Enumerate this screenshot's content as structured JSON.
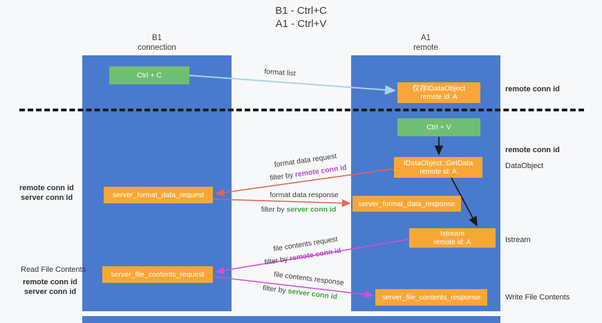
{
  "colors": {
    "lane_blue": "#4a7ace",
    "node_green": "#6fbf72",
    "node_orange": "#f7a735",
    "arrow_red": "#e2645a",
    "arrow_magenta": "#d44fd0",
    "arrow_light_blue": "#a9d2ec",
    "arrow_black": "#1b1b1b",
    "conn_id_purple": "#b14fc8",
    "conn_id_green": "#3fa43f"
  },
  "title": {
    "line1": "B1 - Ctrl+C",
    "line2": "A1 - Ctrl+V"
  },
  "lanes": {
    "b1": {
      "name": "B1",
      "sub": "connection"
    },
    "a1": {
      "name": "A1",
      "sub": "remote"
    }
  },
  "nodes": {
    "ctrl_c": {
      "label": "Ctrl + C"
    },
    "idata_cache": {
      "line1": "仅存IDataObject",
      "line2": "remote id: A"
    },
    "ctrl_v": {
      "label": "Ctrl + V"
    },
    "getdata": {
      "line1": "IDataObject::GetData",
      "line2": "remote id: A"
    },
    "format_request": {
      "label": "server_format_data_request"
    },
    "format_response": {
      "label": "server_format_data_response"
    },
    "istream": {
      "line1": "Istream",
      "line2": "remote id: A"
    },
    "file_request": {
      "label": "server_file_contents_request"
    },
    "file_response": {
      "label": "server_file_contents_response"
    }
  },
  "arrow_labels": {
    "format_list": "format list",
    "filter_by": "filter by ",
    "remote_conn_id": "remote conn id",
    "server_conn_id": "server conn id",
    "format_request_line1": "format data request",
    "format_response_line1": "format data response",
    "file_request_line1": "file contents request",
    "file_response_line1": "file contents response"
  },
  "side_labels": {
    "remote_conn_top": "remote conn id",
    "remote_conn_mid": "remote conn id",
    "dataobject": "DataObject",
    "istream": "Istream",
    "write_file": "Write File Contents",
    "left_remote_conn": "remote conn id",
    "left_server_conn": "server conn id",
    "read_file": "Read File Contents",
    "read_remote_conn": "remote conn id",
    "read_server_conn": "server conn id"
  }
}
